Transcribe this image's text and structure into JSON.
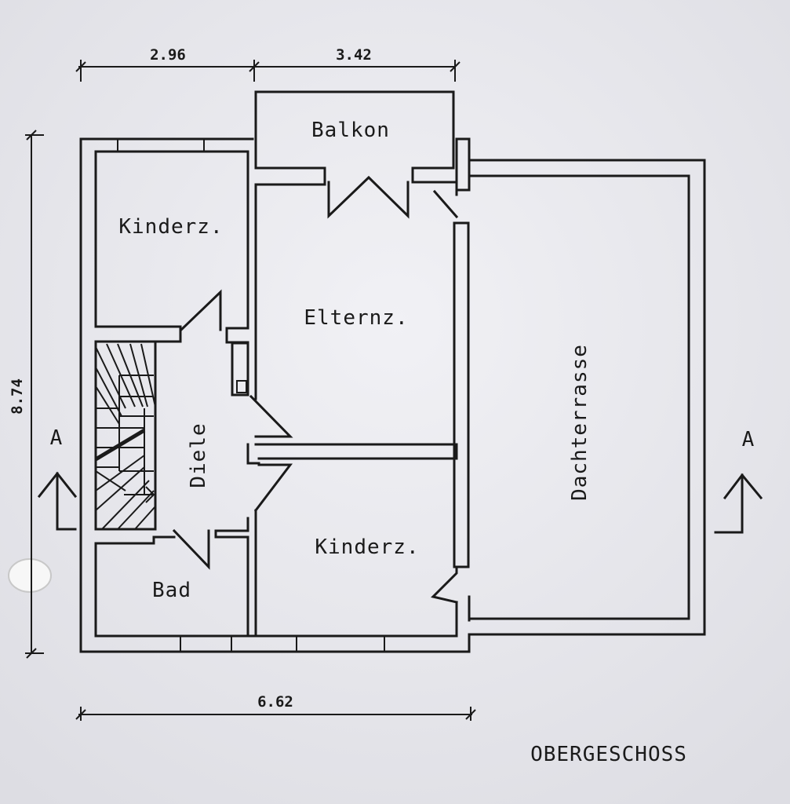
{
  "plan": {
    "title": "OBERGESCHOSS",
    "rooms": {
      "balkon": "Balkon",
      "kinderz_top": "Kinderz.",
      "elternz": "Elternz.",
      "diele": "Diele",
      "kinderz_bottom": "Kinderz.",
      "bad": "Bad",
      "dachterrasse": "Dachterrasse"
    },
    "dimensions": {
      "top_left": "2.96",
      "top_right": "3.42",
      "height": "8.74",
      "bottom": "6.62"
    },
    "section_marks": {
      "left": "A",
      "right": "A"
    }
  }
}
